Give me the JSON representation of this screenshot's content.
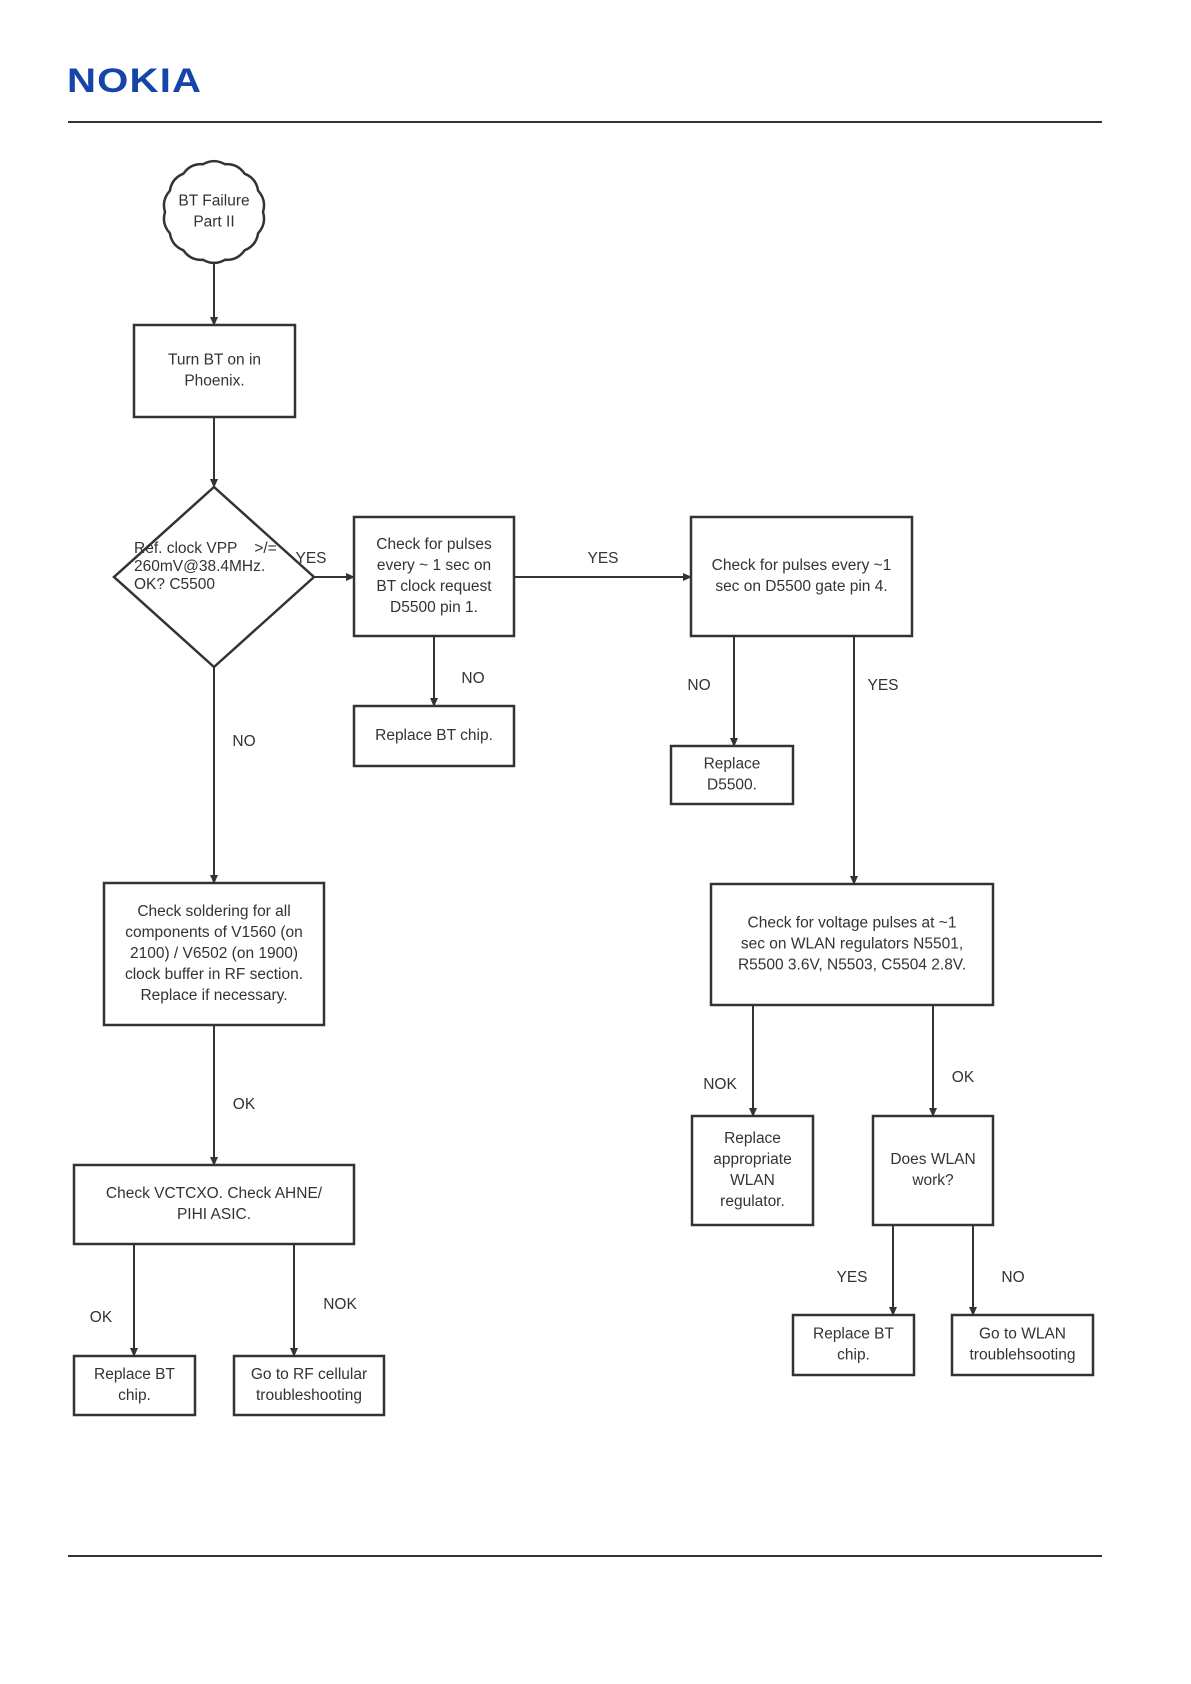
{
  "header": {
    "logo_text": "NOKIA",
    "brand_color": "#1545a8"
  },
  "nodes": [
    {
      "id": "start",
      "shape": "connector",
      "lines": [
        "BT Failure",
        "Part II"
      ]
    },
    {
      "id": "turn-bt-on",
      "shape": "process",
      "lines": [
        "Turn BT on in",
        "Phoenix."
      ]
    },
    {
      "id": "ref-clock",
      "shape": "decision",
      "lines": [
        "Ref. clock VPP    >/=",
        "260mV@38.4MHz.",
        "OK? C5500"
      ]
    },
    {
      "id": "check-pulses-clock",
      "shape": "process",
      "lines": [
        "Check for pulses",
        "every ~ 1 sec on",
        "BT clock request",
        "D5500 pin 1."
      ]
    },
    {
      "id": "replace-bt-chip-1",
      "shape": "process",
      "lines": [
        "Replace BT chip."
      ]
    },
    {
      "id": "check-pulses-gate",
      "shape": "process",
      "lines": [
        "Check for pulses every ~1",
        "sec on D5500 gate pin 4."
      ]
    },
    {
      "id": "replace-d5500",
      "shape": "process",
      "lines": [
        "Replace",
        "D5500."
      ]
    },
    {
      "id": "check-soldering",
      "shape": "process",
      "lines": [
        "Check soldering for all",
        "components of V1560 (on",
        "2100) / V6502 (on 1900)",
        "clock buffer in RF section.",
        "Replace if necessary."
      ]
    },
    {
      "id": "check-vctcxo",
      "shape": "process",
      "lines": [
        "Check VCTCXO. Check AHNE/",
        "PIHI ASIC."
      ]
    },
    {
      "id": "replace-bt-chip-2",
      "shape": "process",
      "lines": [
        "Replace BT",
        "chip."
      ]
    },
    {
      "id": "goto-rf",
      "shape": "process",
      "lines": [
        "Go to RF cellular",
        "troubleshooting"
      ]
    },
    {
      "id": "check-voltage",
      "shape": "process",
      "lines": [
        "Check for voltage pulses at ~1",
        "sec on WLAN regulators N5501,",
        "R5500 3.6V, N5503, C5504 2.8V."
      ]
    },
    {
      "id": "replace-wlan-reg",
      "shape": "process",
      "lines": [
        "Replace",
        "appropriate",
        "WLAN",
        "regulator."
      ]
    },
    {
      "id": "wlan-works",
      "shape": "process",
      "lines": [
        "Does WLAN",
        "work?"
      ]
    },
    {
      "id": "replace-bt-chip-3",
      "shape": "process",
      "lines": [
        "Replace BT",
        "chip."
      ]
    },
    {
      "id": "goto-wlan",
      "shape": "process",
      "lines": [
        "Go to WLAN",
        "troublehsooting"
      ]
    }
  ],
  "edges": [
    {
      "from": "start",
      "to": "turn-bt-on",
      "label": ""
    },
    {
      "from": "turn-bt-on",
      "to": "ref-clock",
      "label": ""
    },
    {
      "from": "ref-clock",
      "to": "check-pulses-clock",
      "label": "YES"
    },
    {
      "from": "ref-clock",
      "to": "check-soldering",
      "label": "NO"
    },
    {
      "from": "check-pulses-clock",
      "to": "check-pulses-gate",
      "label": "YES"
    },
    {
      "from": "check-pulses-clock",
      "to": "replace-bt-chip-1",
      "label": "NO"
    },
    {
      "from": "check-pulses-gate",
      "to": "replace-d5500",
      "label": "NO"
    },
    {
      "from": "check-pulses-gate",
      "to": "check-voltage",
      "label": "YES"
    },
    {
      "from": "check-soldering",
      "to": "check-vctcxo",
      "label": "OK"
    },
    {
      "from": "check-vctcxo",
      "to": "replace-bt-chip-2",
      "label": "OK"
    },
    {
      "from": "check-vctcxo",
      "to": "goto-rf",
      "label": "NOK"
    },
    {
      "from": "check-voltage",
      "to": "replace-wlan-reg",
      "label": "NOK"
    },
    {
      "from": "check-voltage",
      "to": "wlan-works",
      "label": "OK"
    },
    {
      "from": "wlan-works",
      "to": "replace-bt-chip-3",
      "label": "YES"
    },
    {
      "from": "wlan-works",
      "to": "goto-wlan",
      "label": "NO"
    }
  ]
}
